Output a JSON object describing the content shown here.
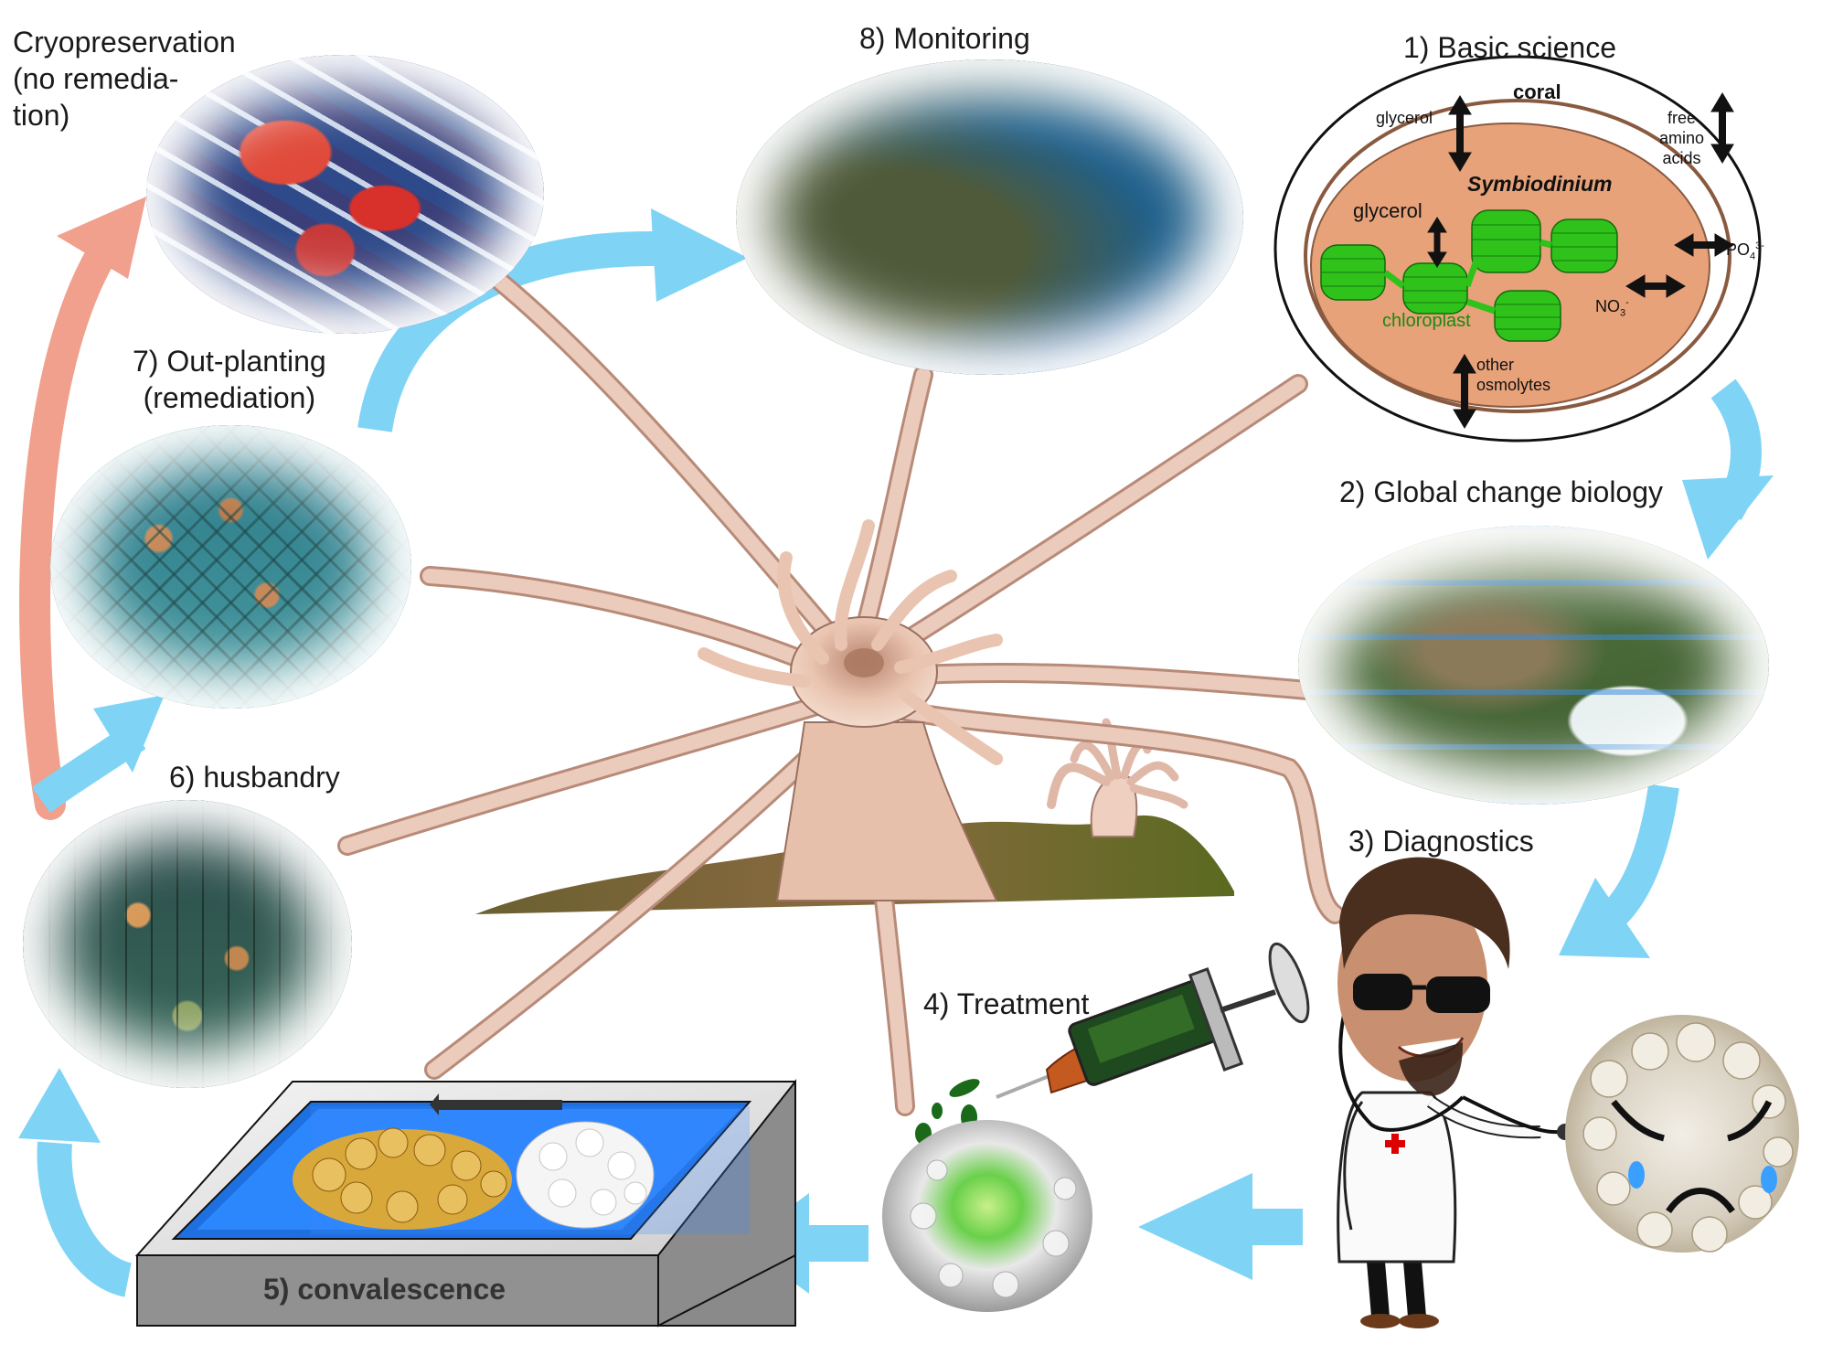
{
  "labels": {
    "cryo": [
      "Cryopreservation",
      "(no remedia-",
      "tion)"
    ],
    "monitoring": "8) Monitoring",
    "basic_science": "1) Basic science",
    "outplanting": [
      "7) Out-planting",
      "(remediation)"
    ],
    "global_change": "2) Global change biology",
    "husbandry": "6) husbandry",
    "diagnostics": "3) Diagnostics",
    "treatment": "4) Treatment",
    "convalescence": "5) convalescence"
  },
  "cell_diagram": {
    "coral": "coral",
    "symbiodinium": "Symbiodinium",
    "glycerol_outer": "glycerol",
    "glycerol_inner": "glycerol",
    "free_amino": [
      "free",
      "amino",
      "acids"
    ],
    "chloroplast": "chloroplast",
    "po4": "PO",
    "po4_sub": "4",
    "po4_sup": "3-",
    "no3": "NO",
    "no3_sub": "3",
    "no3_sup": "-",
    "other_osmolytes": [
      "other",
      "osmolytes"
    ]
  },
  "colors": {
    "arrow_blue": "#7fd4f5",
    "arrow_salmon": "#f0a08c",
    "cell_fill": "#e7a27a",
    "chloroplast_green": "#2ec21a",
    "polyp": "#e9c4b0",
    "ground": "#6a5a30"
  }
}
